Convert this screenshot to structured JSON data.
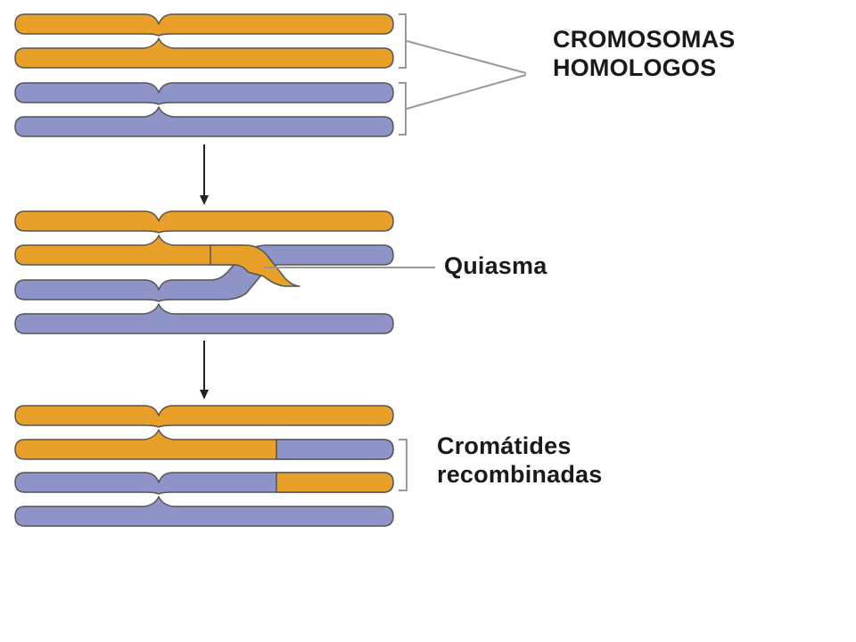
{
  "colors": {
    "orange": "#e8a028",
    "blue": "#8e94c8",
    "outline": "#555555",
    "bracket": "#999999",
    "arrow": "#222222"
  },
  "labels": {
    "homologos": [
      "CROMOSOMAS",
      "HOMOLOGOS"
    ],
    "quiasma": "Quiasma",
    "recombinadas": [
      "Cromátides",
      "recombinadas"
    ]
  },
  "stages": [
    {
      "name": "pair-before",
      "chromatids": [
        {
          "color": "orange"
        },
        {
          "color": "orange"
        },
        {
          "color": "blue"
        },
        {
          "color": "blue"
        }
      ]
    },
    {
      "name": "crossing-over",
      "chromatids": [
        {
          "color": "orange"
        },
        {
          "color": "orange"
        },
        {
          "color": "blue"
        },
        {
          "color": "blue"
        }
      ]
    },
    {
      "name": "recombined",
      "chromatids": [
        {
          "color": "orange"
        },
        {
          "color": "orange",
          "tip_color": "blue"
        },
        {
          "color": "blue",
          "tip_color": "orange"
        },
        {
          "color": "blue"
        }
      ]
    }
  ]
}
